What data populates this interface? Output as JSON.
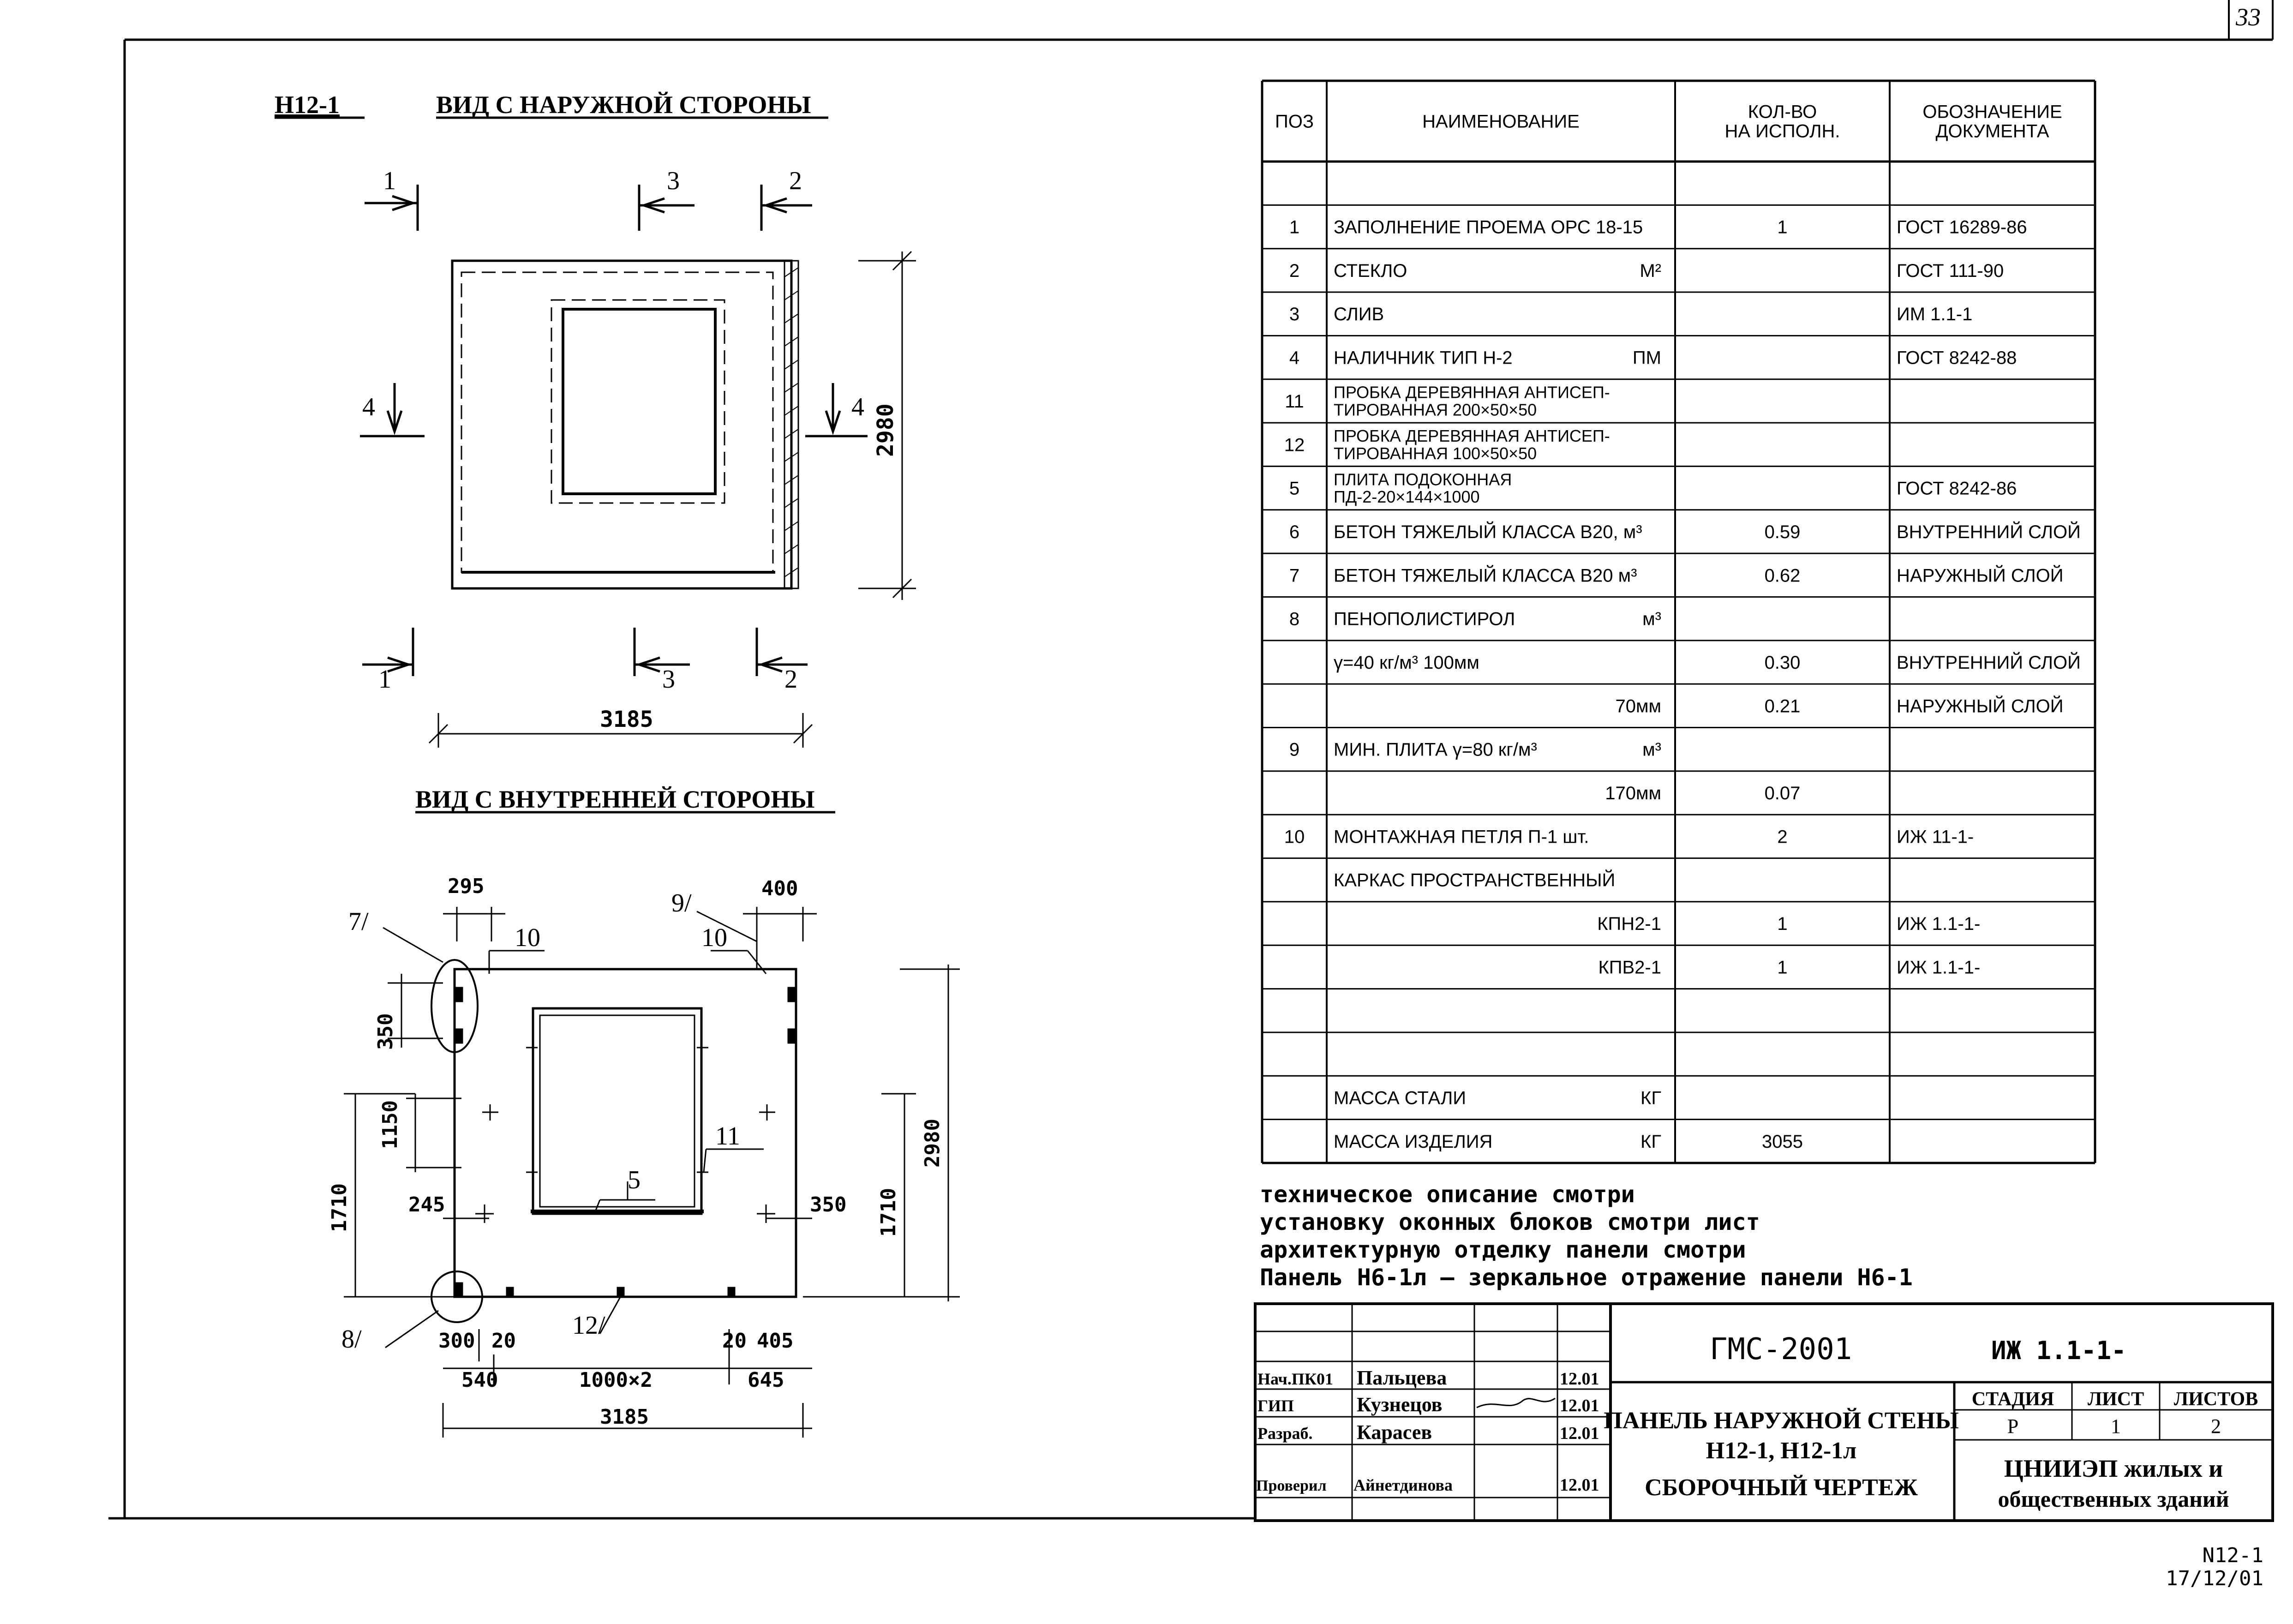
{
  "sheet": {
    "sheet_corner_number": "33",
    "bottom_code": "N12-1",
    "bottom_date": "17/12/01"
  },
  "outer_view": {
    "mark": "Н12-1",
    "title": "ВИД С НАРУЖНОЙ СТОРОНЫ",
    "cut_1": "1",
    "cut_2": "2",
    "cut_3": "3",
    "cut_4": "4",
    "width_dim": "3185",
    "height_dim": "2980"
  },
  "inner_view": {
    "title": "ВИД С ВНУТРЕННЕЙ СТОРОНЫ",
    "leader_7": "7/",
    "leader_8": "8/",
    "leader_9": "9/",
    "leader_10a": "10",
    "leader_10b": "10",
    "leader_11": "11",
    "leader_12": "12/",
    "leader_5": "5",
    "dim_295": "295",
    "dim_400": "400",
    "dim_350_top": "350",
    "dim_1150": "1150",
    "dim_1710_left": "1710",
    "dim_245": "245",
    "dim_350_right": "350",
    "dim_1710_right": "1710",
    "dim_2980": "2980",
    "dim_300": "300",
    "dim_20a": "20",
    "dim_20b": "20",
    "dim_405": "405",
    "dim_540": "540",
    "dim_1000x2": "1000×2",
    "dim_645": "645",
    "dim_3185": "3185"
  },
  "spec_table": {
    "headers": [
      "ПОЗ",
      "НАИМЕНОВАНИЕ",
      "КОЛ-ВО\nНА ИСПОЛН.",
      "ОБОЗНАЧЕНИЕ\nДОКУМЕНТА"
    ],
    "rows": [
      {
        "pos": "",
        "name": "",
        "qty": "",
        "doc": ""
      },
      {
        "pos": "1",
        "name": "ЗАПОЛНЕНИЕ ПРОЕМА ОРС 18-15",
        "qty": "1",
        "doc": "ГОСТ 16289-86"
      },
      {
        "pos": "2",
        "name": "СТЕКЛО",
        "unit": "М²",
        "qty": "",
        "doc": "ГОСТ 111-90"
      },
      {
        "pos": "3",
        "name": "СЛИВ",
        "qty": "",
        "doc": "ИМ 1.1-1"
      },
      {
        "pos": "4",
        "name": "НАЛИЧНИК ТИП Н-2",
        "unit": "ПМ",
        "qty": "",
        "doc": "ГОСТ 8242-88"
      },
      {
        "pos": "11",
        "name": "ПРОБКА ДЕРЕВЯННАЯ АНТИСЕП-\nТИРОВАННАЯ 200×50×50",
        "qty": "",
        "doc": ""
      },
      {
        "pos": "12",
        "name": "ПРОБКА ДЕРЕВЯННАЯ АНТИСЕП-\nТИРОВАННАЯ 100×50×50",
        "qty": "",
        "doc": ""
      },
      {
        "pos": "5",
        "name": "ПЛИТА ПОДОКОННАЯ\nПД-2-20×144×1000",
        "qty": "",
        "doc": "ГОСТ 8242-86"
      },
      {
        "pos": "6",
        "name": "БЕТОН ТЯЖЕЛЫЙ КЛАССА В20, м³",
        "qty": "0.59",
        "doc": "ВНУТРЕННИЙ СЛОЙ"
      },
      {
        "pos": "7",
        "name": "БЕТОН ТЯЖЕЛЫЙ КЛАССА В20 м³",
        "qty": "0.62",
        "doc": "НАРУЖНЫЙ СЛОЙ"
      },
      {
        "pos": "8",
        "name": "ПЕНОПОЛИСТИРОЛ",
        "unit": "м³",
        "qty": "",
        "doc": ""
      },
      {
        "pos": "",
        "name": "γ=40 кг/м³   100мм",
        "qty": "0.30",
        "doc": "ВНУТРЕННИЙ СЛОЙ"
      },
      {
        "pos": "",
        "name": "70мм",
        "qty": "0.21",
        "doc": "НАРУЖНЫЙ СЛОЙ"
      },
      {
        "pos": "9",
        "name": "МИН. ПЛИТА γ=80 кг/м³",
        "unit": "м³",
        "qty": "",
        "doc": ""
      },
      {
        "pos": "",
        "name": "170мм",
        "qty": "0.07",
        "doc": ""
      },
      {
        "pos": "10",
        "name": "МОНТАЖНАЯ ПЕТЛЯ П-1  шт.",
        "qty": "2",
        "doc": "ИЖ 11-1-"
      },
      {
        "pos": "",
        "name": "КАРКАС ПРОСТРАНСТВЕННЫЙ",
        "qty": "",
        "doc": ""
      },
      {
        "pos": "",
        "name": "КПН2-1",
        "qty": "1",
        "doc": "ИЖ 1.1-1-"
      },
      {
        "pos": "",
        "name": "КПВ2-1",
        "qty": "1",
        "doc": "ИЖ 1.1-1-"
      },
      {
        "pos": "",
        "name": "",
        "qty": "",
        "doc": ""
      },
      {
        "pos": "",
        "name": "",
        "qty": "",
        "doc": ""
      },
      {
        "pos": "",
        "name": "МАССА СТАЛИ",
        "unit": "КГ",
        "qty": "",
        "doc": ""
      },
      {
        "pos": "",
        "name": "МАССА ИЗДЕЛИЯ",
        "unit": "КГ",
        "qty": "3055",
        "doc": ""
      }
    ]
  },
  "notes": [
    "техническое описание смотри",
    "установку оконных блоков смотри лист",
    "архитектурную отделку панели смотри",
    "Панель Н6-1л – зеркальное отражение панели Н6-1"
  ],
  "title_block": {
    "project": "ГМС-2001",
    "doc_code": "ИЖ 1.1-1-",
    "title_line1": "ПАНЕЛЬ НАРУЖНОЙ СТЕНЫ",
    "title_line2": "Н12-1, Н12-1л",
    "title_line3": "СБОРОЧНЫЙ ЧЕРТЕЖ",
    "stage_label": "СТАДИЯ",
    "sheet_label": "ЛИСТ",
    "sheets_label": "ЛИСТОВ",
    "stage": "Р",
    "sheet": "1",
    "sheets": "2",
    "org_line1": "ЦНИИЭП жилых и",
    "org_line2": "общественных зданий",
    "signers": [
      {
        "role": "Нач.ПК01",
        "name": "Пальцева",
        "date": "12.01"
      },
      {
        "role": "ГИП",
        "name": "Кузнецов",
        "date": "12.01"
      },
      {
        "role": "Разраб.",
        "name": "Карасев",
        "date": "12.01"
      },
      {
        "role": "Проверил",
        "name": "Айнетдинова",
        "date": "12.01"
      }
    ]
  }
}
